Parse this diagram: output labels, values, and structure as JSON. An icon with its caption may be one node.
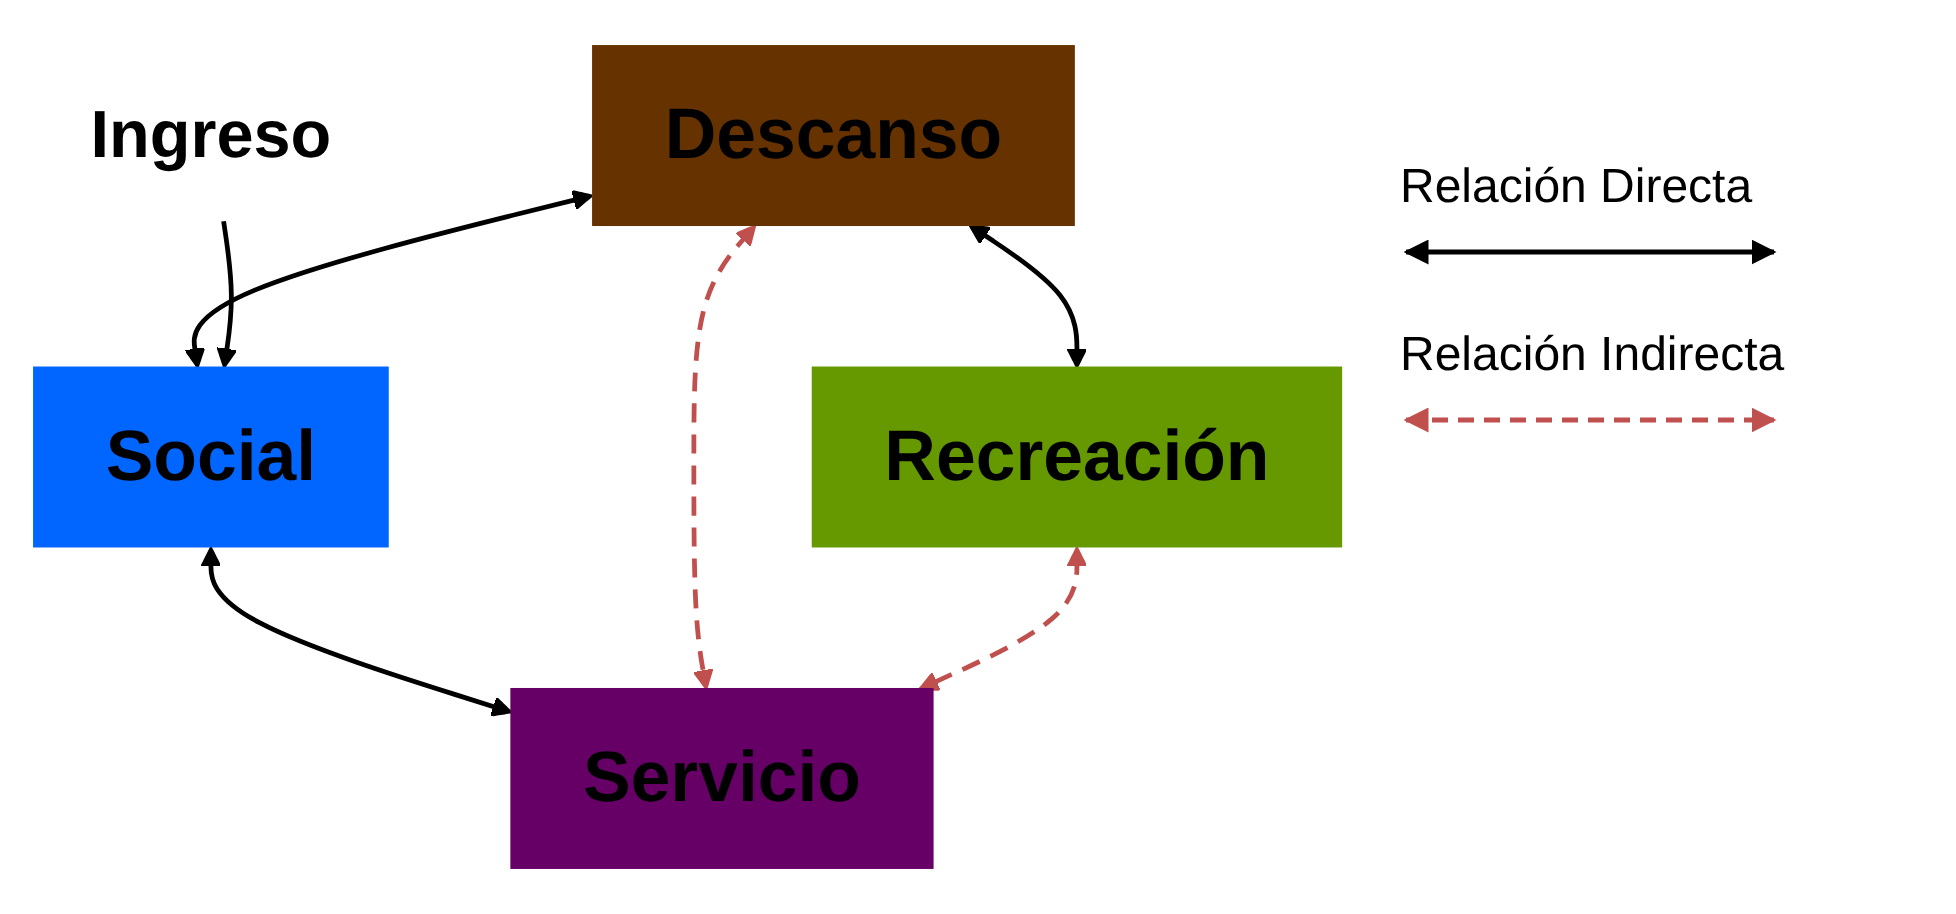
{
  "diagram": {
    "nodes": [
      {
        "text": [
          "Descanso"
        ]
      },
      {
        "text": [
          "Recreación"
        ]
      },
      {
        "text": [
          "Social"
        ]
      },
      {
        "text": [
          "Servicio"
        ]
      },
      {
        "text": [
          "Ingreso"
        ]
      }
    ],
    "edges": [
      {
        "from": 0,
        "to": 1,
        "arrow": "both"
      },
      {
        "from": 0,
        "to": 2,
        "arrow": "both"
      },
      {
        "from": 2,
        "to": 3,
        "arrow": "both"
      },
      {
        "from": 0,
        "to": 3,
        "arrow": "both",
        "style": "dashed",
        "color": "#c0504d"
      },
      {
        "from": 1,
        "to": 3,
        "arrow": "both",
        "style": "dashed",
        "color": "#c0504d"
      },
      {
        "from": 4,
        "to": 2,
        "arrow": "to"
      }
    ],
    "legend": [
      {
        "text": "Relación Directa"
      },
      {
        "text": "Relación Indirecta"
      }
    ]
  }
}
